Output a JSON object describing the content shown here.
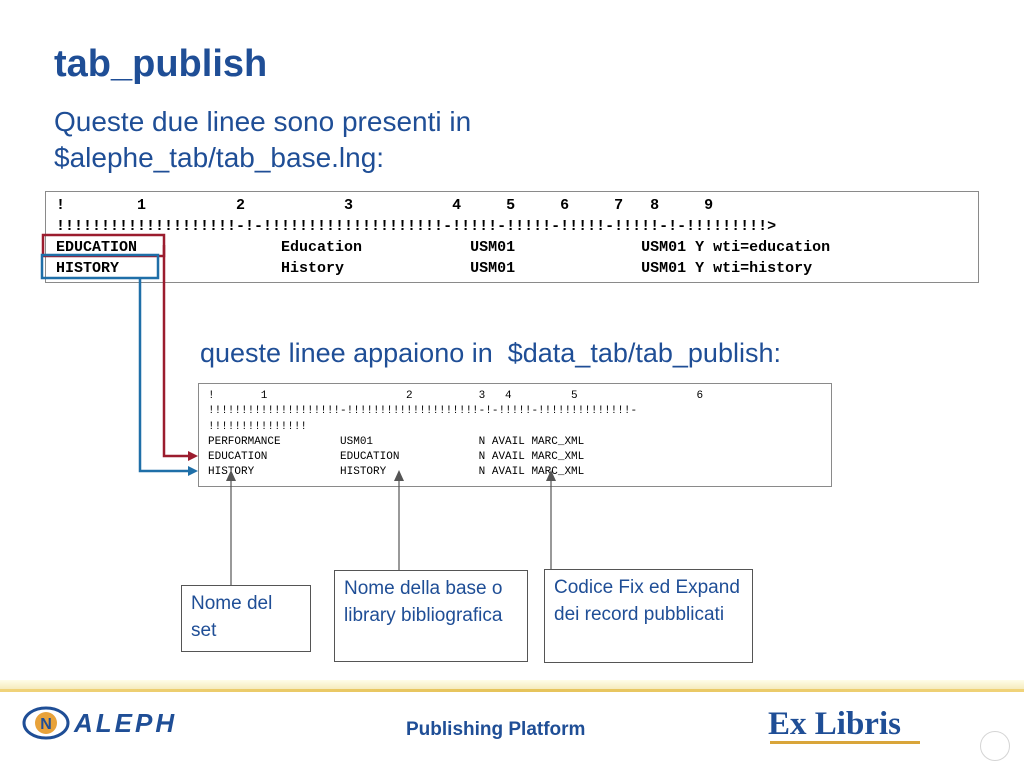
{
  "slide": {
    "title": "tab_publish",
    "subtitle": "Queste due linee sono presenti in $alephe_tab/tab_base.lng:",
    "middle_text": "queste linee appaiono in  $data_tab/tab_publish:"
  },
  "tab_base": {
    "lines": [
      "!        1          2           3           4     5     6     7   8     9",
      "!!!!!!!!!!!!!!!!!!!!-!-!!!!!!!!!!!!!!!!!!!!-!!!!!-!!!!!-!!!!!-!!!!!-!-!!!!!!!!!>",
      "EDUCATION                Education            USM01              USM01 Y wti=education",
      "HISTORY                  History              USM01              USM01 Y wti=history"
    ]
  },
  "tab_publish": {
    "lines": [
      "!       1                     2          3   4         5                  6",
      "!!!!!!!!!!!!!!!!!!!!-!!!!!!!!!!!!!!!!!!!!-!-!!!!!-!!!!!!!!!!!!!!-",
      "!!!!!!!!!!!!!!!",
      "PERFORMANCE         USM01                N AVAIL MARC_XML",
      "EDUCATION           EDUCATION            N AVAIL MARC_XML",
      "HISTORY             HISTORY              N AVAIL MARC_XML"
    ]
  },
  "callouts": {
    "set_name": "Nome del set",
    "base_name": "Nome della base o library bibliografica",
    "fix_expand": "Codice Fix ed Expand dei record pubblicati"
  },
  "footer": {
    "text": "Publishing Platform",
    "logo_left": "ALEPH",
    "logo_right": "Ex Libris"
  },
  "colors": {
    "title": "#1f4e96",
    "red_connector": "#9b1c2e",
    "blue_connector": "#1f6fa8"
  },
  "icons": [
    "aleph-logo-icon",
    "ex-libris-logo-icon",
    "arrowhead-icon"
  ]
}
